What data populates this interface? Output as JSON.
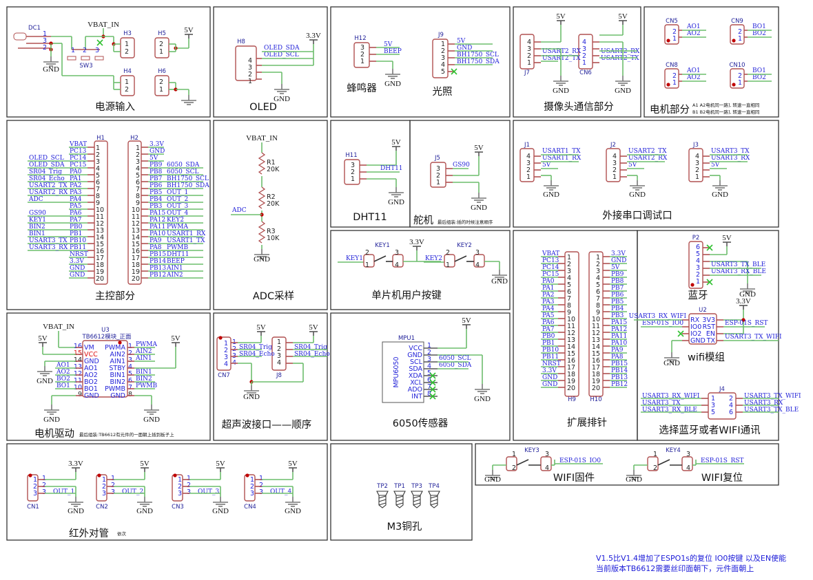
{
  "colors": {
    "wire": "#6cbd6c",
    "pin": "#b05050",
    "net": "#2323d8",
    "junction": "#c00000",
    "noconnect": "#30c030"
  },
  "power": {
    "title": "电源输入",
    "dc1": "DC1",
    "vbat": "VBAT_IN",
    "gnd": "GND",
    "sw3": "SW3",
    "h3": "H3",
    "h4": "H4",
    "h5": "H5",
    "h6": "H6",
    "v5": "5V",
    "dc_pins": [
      "1",
      "3",
      "2"
    ],
    "sw_pins": [
      "1",
      "2",
      "3"
    ]
  },
  "oled": {
    "title": "OLED",
    "ref": "H8",
    "nets": [
      "OLED_SDA",
      "OLED_SCL"
    ],
    "v33": "3.3V",
    "gnd": "GND",
    "pins": [
      "4",
      "3",
      "2",
      "1"
    ]
  },
  "buzzer": {
    "title": "蜂鸣器",
    "ref": "H12",
    "v5": "5V",
    "beep": "BEEP",
    "gnd": "GND",
    "pins": [
      "3",
      "2",
      "1"
    ]
  },
  "light": {
    "title": "光照",
    "ref": "J9",
    "nets": [
      "5V",
      "GND",
      "BH1750_SCL",
      "BH1750_SDA"
    ],
    "pins": [
      "1",
      "2",
      "3",
      "4",
      "5"
    ]
  },
  "camera": {
    "title": "摄像头通信部分",
    "j7": "J7",
    "cn6": "CN6",
    "rx": "USART2_RX",
    "tx": "USART2_TX",
    "v5": "5V",
    "gnd": "GND",
    "pins": [
      "4",
      "3",
      "2",
      "1"
    ]
  },
  "motor": {
    "title": "电机部分",
    "cn5": "CN5",
    "cn9": "CN9",
    "cn8": "CN8",
    "cn10": "CN10",
    "a": [
      "AO1",
      "AO2"
    ],
    "b": [
      "BO1",
      "BO2"
    ],
    "notes": [
      "A1 A2电机同一路], 转速一直相同",
      "B1 B2电机同一路], 转速一直相同"
    ]
  },
  "main": {
    "title": "主控部分",
    "h1": "H1",
    "h2": "H2",
    "h1_inner": [
      "VBAT",
      "PC13",
      "PC14",
      "PC15",
      "PA0",
      "PA1",
      "PA2",
      "PA3",
      "PA4",
      "PA5",
      "PA6",
      "PA7",
      "PB0",
      "PB1",
      "PB10",
      "PB11",
      "NRST",
      "3.3V",
      "GND",
      "GND"
    ],
    "h1_outer": [
      "",
      "",
      "OLED_SCL",
      "OLED_SDA",
      "SR04_Trig",
      "SR04_Echo",
      "USART2_TX",
      "USART2_RX",
      "ADC",
      "",
      "GS90",
      "KEY1",
      "BIN2",
      "BIN1",
      "USART3_TX",
      "USART3_RX",
      "",
      "",
      "",
      ""
    ],
    "h2_inner": [
      "3.3V",
      "GND",
      "5V",
      "PB9",
      "PB8",
      "PB7",
      "PB6",
      "PB5",
      "PB4",
      "PB3",
      "PA15",
      "PA12",
      "PA11",
      "PA10",
      "PA9",
      "PA8",
      "PB15",
      "PB14",
      "PB13",
      "PB12"
    ],
    "h2_outer": [
      "",
      "",
      "",
      "6050_SDA",
      "6050_SCL",
      "BH1750_SCL",
      "BH1750_SDA",
      "OUT_1",
      "OUT_2",
      "OUT_3",
      "OUT_4",
      "KEY2",
      "PWMA",
      "USART1_RX",
      "USART1_TX",
      "PWMB",
      "DHT11",
      "BEEP",
      "AIN1",
      "AIN2"
    ]
  },
  "adc": {
    "title": "ADC采样",
    "vbat": "VBAT_IN",
    "r1": "R1",
    "r1v": "20K",
    "r2": "R2",
    "r2v": "20K",
    "r3": "R3",
    "r3v": "10K",
    "net": "ADC",
    "gnd": "GND"
  },
  "dht": {
    "title": "DHT11",
    "ref": "H11",
    "v5": "5V",
    "net": "DHT11",
    "gnd": "GND",
    "pins": [
      "3",
      "2",
      "1"
    ]
  },
  "servo": {
    "title": "舵机",
    "note": "最后组装:插的时候注意顺序",
    "ref": "J5",
    "v5": "5V",
    "net": "GS90",
    "gnd": "GND",
    "pins": [
      "3",
      "2",
      "1"
    ]
  },
  "serial": {
    "title": "外接串口调试口",
    "connectors": [
      {
        "ref": "J1",
        "tx": "USART1_TX",
        "rx": "USART1_RX",
        "v5": "5V",
        "gnd": "GND"
      },
      {
        "ref": "J2",
        "tx": "USART2_TX",
        "rx": "USART2_RX",
        "v5": "5V",
        "gnd": "GND"
      },
      {
        "ref": "J3",
        "tx": "USART3_TX",
        "rx": "USART3_RX",
        "v5": "5V",
        "gnd": "GND"
      }
    ],
    "pins": [
      "4",
      "3",
      "2",
      "1"
    ]
  },
  "keys": {
    "title": "单片机用户按键",
    "key1": "KEY1",
    "key2": "KEY2",
    "v33": "3.3V",
    "gnd": "GND",
    "pins": [
      "1",
      "2",
      "3",
      "4"
    ]
  },
  "expansion": {
    "title": "扩展排针",
    "h9": "H9",
    "h10": "H10",
    "h9_labels": [
      "VBAT",
      "PC13",
      "PC14",
      "PC15",
      "PA0",
      "PA1",
      "PA2",
      "PA3",
      "PA4",
      "PA5",
      "PA6",
      "PA7",
      "PB0",
      "PB1",
      "PB10",
      "PB11",
      "NRST",
      "3.3V",
      "GND",
      "GND"
    ],
    "h10_labels": [
      "3.3V",
      "GND",
      "5V",
      "PB9",
      "PB8",
      "PB7",
      "PB6",
      "PB5",
      "PB4",
      "PB3",
      "PA15",
      "PA12",
      "PA11",
      "PA10",
      "PA9",
      "PA8",
      "PB15",
      "PB14",
      "PB13",
      "PB12"
    ]
  },
  "bluetooth": {
    "title": "蓝牙",
    "ref": "P2",
    "v5": "5V",
    "tx": "USART3_TX_BLE",
    "rx": "USART3_RX_BLE",
    "gnd": "GND",
    "pins": [
      "6",
      "5",
      "4",
      "3",
      "2",
      "1"
    ]
  },
  "wifi": {
    "title": "wifi模组",
    "ref": "U2",
    "v33": "3.3V",
    "gnd": "GND",
    "left_pins": [
      "RX",
      "IO0",
      "IO2",
      "GND"
    ],
    "right_pins": [
      "3V3",
      "RST",
      "EN",
      "TX"
    ],
    "rx": "USART3_RX_WIFI",
    "io0": "ESP-01S_IO0",
    "rst": "ESP-01S_RST",
    "tx": "USART3_TX_WIFI"
  },
  "select": {
    "title": "选择蓝牙或者WIFI通讯",
    "ref": "J4",
    "left": [
      "USART3_RX_WIFI",
      "USART3_TX",
      "USART3_RX_BLE"
    ],
    "right": [
      "USART3_TX_WIFI",
      "USART3_RX",
      "USART3_TX_BLE"
    ],
    "left_pins": [
      "1",
      "3",
      "5"
    ],
    "right_pins": [
      "2",
      "4",
      "6"
    ]
  },
  "driver": {
    "title": "电机驱动",
    "note": "最后组装:TB6612有元件的一面朝上插到板子上",
    "ref": "U3",
    "module": "TB6612模块_正面",
    "vbat": "VBAT_IN",
    "v5": "5V",
    "gnd": "GND",
    "left_pins": [
      "VM",
      "VCC",
      "GND",
      "AO1",
      "AO2",
      "BO2",
      "BO1",
      "GND"
    ],
    "left_nums": [
      "16",
      "15",
      "14",
      "13",
      "12",
      "11",
      "10",
      "9"
    ],
    "right_pins": [
      "PWMA",
      "AIN2",
      "AIN1",
      "STBY",
      "BIN1",
      "BIN2",
      "PWMB",
      "GND"
    ],
    "right_nums": [
      "1",
      "2",
      "3",
      "4",
      "5",
      "6",
      "7",
      "8"
    ],
    "left_nets": [
      "AO1",
      "AO2",
      "BO2",
      "BO1"
    ],
    "right_nets": [
      "PWMA",
      "AIN2",
      "AIN1",
      "BIN1",
      "BIN2",
      "PWMB"
    ]
  },
  "ultrasonic": {
    "title": "超声波接口——顺序",
    "cn7": "CN7",
    "j8": "J8",
    "v5": "5V",
    "trig": "SR04_Trig",
    "echo": "SR04_Echo",
    "gnd": "GND",
    "pins": [
      "1",
      "2",
      "3",
      "4"
    ]
  },
  "mpu": {
    "title": "6050传感器",
    "ref": "MPU1",
    "chip": "MPU6050",
    "pins": [
      "VCC",
      "GND",
      "SCL",
      "SDA",
      "XDA",
      "XCL",
      "ADO",
      "INT"
    ],
    "nums": [
      "1",
      "2",
      "3",
      "4",
      "5",
      "6",
      "7",
      "8"
    ],
    "v5": "5V",
    "scl": "6050_SCL",
    "sda": "6050_SDA",
    "gnd": "GND"
  },
  "ir": {
    "title": "红外对管",
    "note": "依次",
    "sensors": [
      {
        "ref": "CN1",
        "pwr": "3.3V",
        "out": "OUT_1",
        "gnd": "GND"
      },
      {
        "ref": "CN2",
        "pwr": "5V",
        "out": "OUT_2",
        "gnd": "GND"
      },
      {
        "ref": "CN3",
        "pwr": "5V",
        "out": "OUT_3",
        "gnd": "GND"
      },
      {
        "ref": "CN4",
        "pwr": "5V",
        "out": "OUT_4",
        "gnd": "GND"
      }
    ],
    "pins": [
      "1",
      "2",
      "3"
    ]
  },
  "m3": {
    "title": "M3铜孔",
    "holes": [
      "TP2",
      "TP1",
      "TP3",
      "TP4"
    ]
  },
  "wifikeys": {
    "fw_title": "WIFI固件",
    "rst_title": "WIFI复位",
    "key3": "KEY3",
    "key4": "KEY4",
    "io0": "ESP-01S_IO0",
    "rst": "ESP-01S_RST",
    "gnd": "GND",
    "pins": [
      "1",
      "2",
      "3",
      "4"
    ]
  },
  "footer": {
    "line1": "V1.5比V1.4增加了ESPO1s的复位 IO0按键 以及EN使能",
    "line2": "当前版本TB6612需要丝印面朝下，元件面朝上"
  }
}
